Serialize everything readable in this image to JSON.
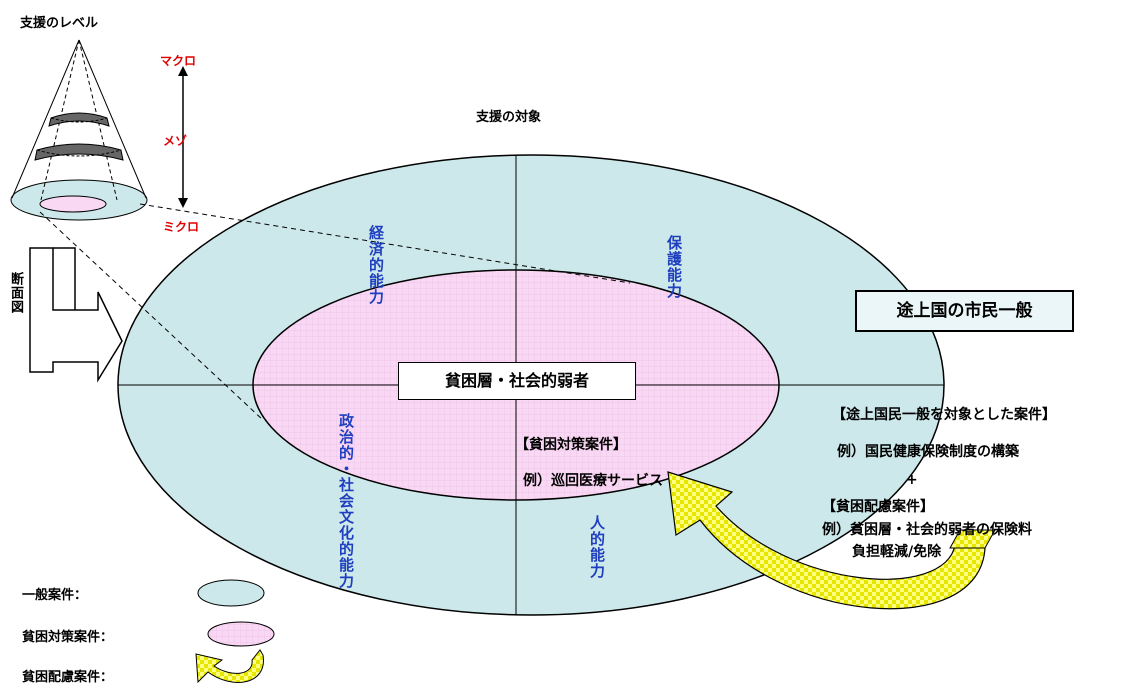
{
  "levels": {
    "title": "支援のレベル",
    "macro": "マクロ",
    "meso": "メゾ",
    "micro": "ミクロ",
    "cross_section": "断面図"
  },
  "target_title": "支援の対象",
  "quadrants": {
    "economic": "経済的能力",
    "protection": "保護能力",
    "political": "政治的・社会文化的能力",
    "human": "人的能力"
  },
  "labels": {
    "general_citizens": "途上国の市民一般",
    "poor": "貧困層・社会的弱者"
  },
  "poverty_case": {
    "title": "【貧困対策案件】",
    "example": "例）巡回医療サービス"
  },
  "general_case": {
    "title": "【途上国民一般を対象とした案件】",
    "example": "例）国民健康保険制度の構築",
    "plus": "+",
    "consideration_title": "【貧困配慮案件】",
    "consideration_example_line1": "例）貧困層・社会的弱者の保険料",
    "consideration_example_line2": "負担軽減/免除"
  },
  "legend": {
    "general": "一般案件：",
    "poverty": "貧困対策案件：",
    "consideration": "貧困配慮案件："
  },
  "colors": {
    "outer_ellipse": "#cde8ea",
    "inner_ellipse": "#f9d8f3",
    "arrow": "#e6e600",
    "macro_label": "#e00000",
    "capability_text": "#1f3fbf"
  }
}
